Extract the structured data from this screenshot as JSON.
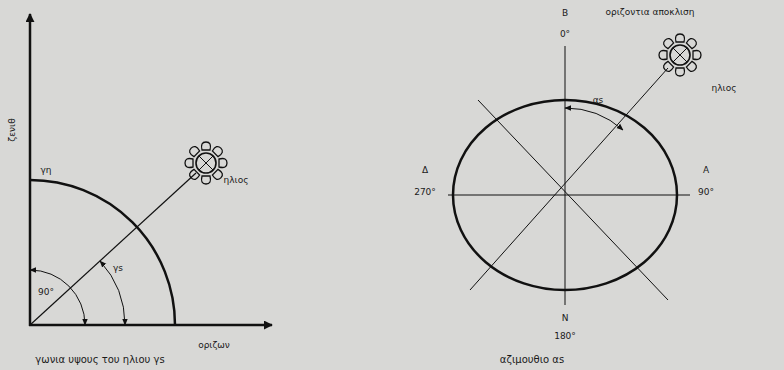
{
  "diagram": {
    "labels": [
      "ζενιθ",
      "γη",
      "ηλιος",
      "90°",
      "γs",
      "οριζων",
      "γωνια υψους του ηλιου γs",
      "Β",
      "0°",
      "οριζοντια αποκλιση",
      "ηλιος",
      "αs",
      "Δ",
      "270°",
      "Α",
      "90°",
      "Ν",
      "180°",
      "αζιμουθιο αs"
    ]
  }
}
